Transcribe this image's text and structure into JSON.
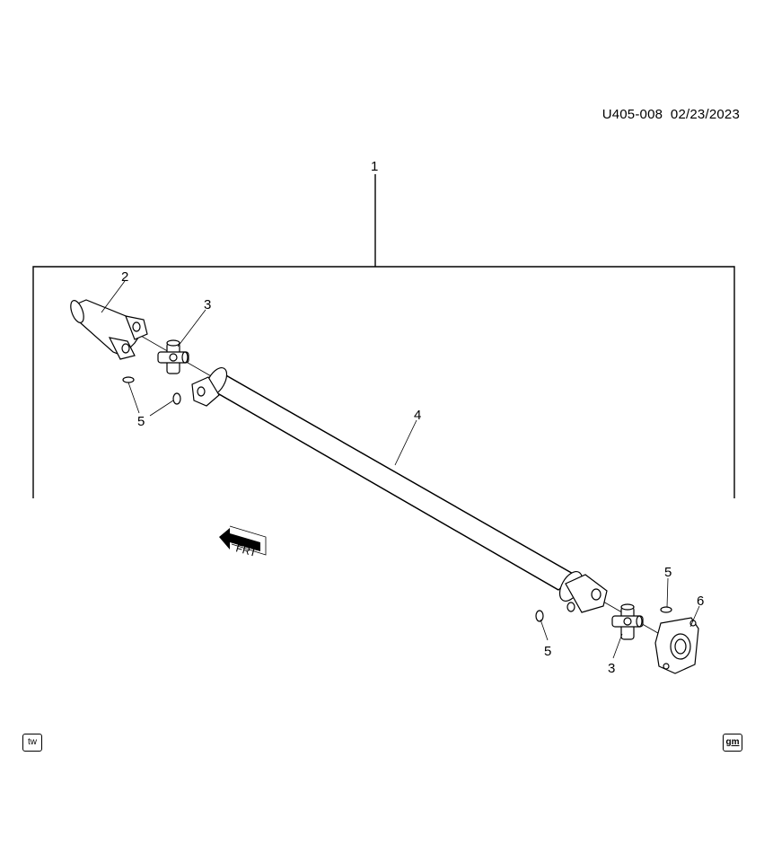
{
  "header": {
    "code": "U405-008",
    "date": "02/23/2023"
  },
  "callouts": {
    "assembly": "1",
    "front_yoke": "2",
    "u_joint_front": "3",
    "shaft_tube": "4",
    "retainer_front_lower": "5",
    "retainer_front_left": "5",
    "retainer_rear_upper": "5",
    "retainer_rear_lower": "5",
    "u_joint_rear": "3",
    "rear_flange_yoke": "6"
  },
  "front_indicator": {
    "label": "FRT"
  },
  "badges": {
    "left": "tw",
    "right": "gm"
  }
}
